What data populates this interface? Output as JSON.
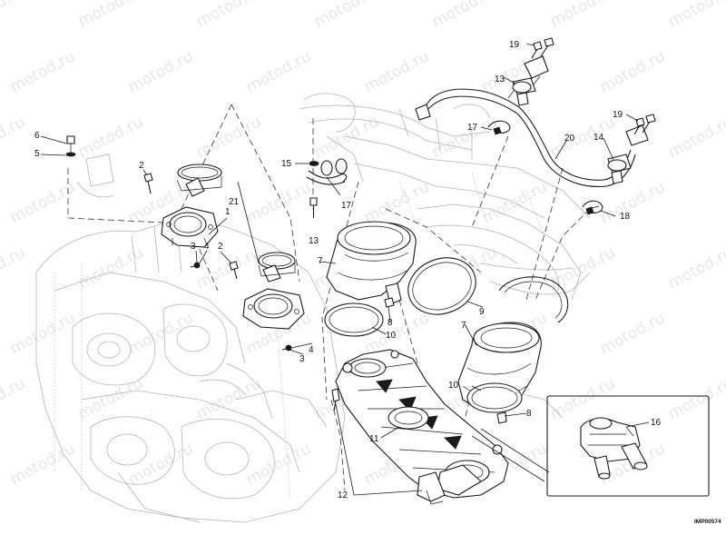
{
  "watermark": {
    "text": "motod.ru",
    "color": "#d2d2d2"
  },
  "drawing_code": "IMP00574",
  "callouts": [
    {
      "id": "c1",
      "label": "1"
    },
    {
      "id": "c2a",
      "label": "2"
    },
    {
      "id": "c2b",
      "label": "2"
    },
    {
      "id": "c3a",
      "label": "3"
    },
    {
      "id": "c3b",
      "label": "3"
    },
    {
      "id": "c4a",
      "label": "4"
    },
    {
      "id": "c4b",
      "label": "4"
    },
    {
      "id": "c5",
      "label": "5"
    },
    {
      "id": "c6",
      "label": "6"
    },
    {
      "id": "c7a",
      "label": "7"
    },
    {
      "id": "c7b",
      "label": "7"
    },
    {
      "id": "c8a",
      "label": "8"
    },
    {
      "id": "c8b",
      "label": "8"
    },
    {
      "id": "c9",
      "label": "9"
    },
    {
      "id": "c10a",
      "label": "10"
    },
    {
      "id": "c10b",
      "label": "10"
    },
    {
      "id": "c11",
      "label": "11"
    },
    {
      "id": "c12",
      "label": "12"
    },
    {
      "id": "c13a",
      "label": "13"
    },
    {
      "id": "c13b",
      "label": "13"
    },
    {
      "id": "c14",
      "label": "14"
    },
    {
      "id": "c15",
      "label": "15"
    },
    {
      "id": "c16",
      "label": "16"
    },
    {
      "id": "c17a",
      "label": "17"
    },
    {
      "id": "c17b",
      "label": "17"
    },
    {
      "id": "c18",
      "label": "18"
    },
    {
      "id": "c19a",
      "label": "19"
    },
    {
      "id": "c19b",
      "label": "19"
    },
    {
      "id": "c20",
      "label": "20"
    },
    {
      "id": "c21",
      "label": "21"
    }
  ]
}
